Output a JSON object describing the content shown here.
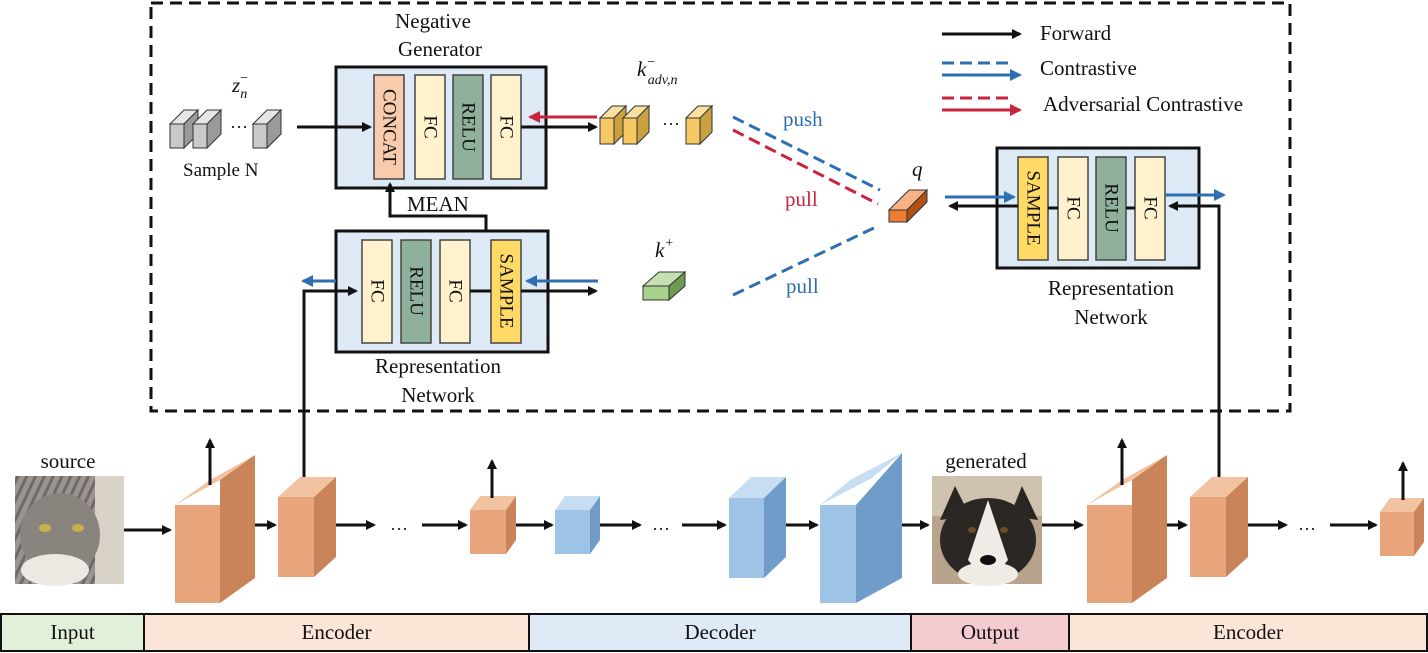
{
  "legend": {
    "forward": "Forward",
    "contrastive": "Contrastive",
    "adversarial": "Adversarial Contrastive"
  },
  "negative_generator": {
    "title_line1": "Negative",
    "title_line2": "Generator",
    "blocks": [
      "CONCAT",
      "FC",
      "RELU",
      "FC"
    ]
  },
  "noise": {
    "label": "z",
    "sub": "n",
    "sup": "−",
    "caption": "Sample N"
  },
  "k_adv": {
    "base": "k",
    "sub": "adv,n",
    "sup": "−"
  },
  "k_pos": {
    "base": "k",
    "sup": "+"
  },
  "q_label": "q",
  "mean_label": "MEAN",
  "rep_net_left": {
    "blocks": [
      "FC",
      "RELU",
      "FC",
      "SAMPLE"
    ],
    "caption_line1": "Representation",
    "caption_line2": "Network"
  },
  "rep_net_right": {
    "blocks": [
      "SAMPLE",
      "FC",
      "RELU",
      "FC"
    ],
    "caption_line1": "Representation",
    "caption_line2": "Network"
  },
  "relations": {
    "push": "push",
    "pull_adv": "pull",
    "pull_pos": "pull"
  },
  "images": {
    "source": "source",
    "generated": "generated"
  },
  "ellipsis": "···",
  "stages": [
    {
      "label": "Input",
      "color": "#e2f0d9"
    },
    {
      "label": "Encoder",
      "color": "#fbe5d6"
    },
    {
      "label": "Decoder",
      "color": "#deebf7"
    },
    {
      "label": "Output",
      "color": "#f4cbd1"
    },
    {
      "label": "Encoder",
      "color": "#fbe5d6"
    }
  ],
  "colors": {
    "forward": "#111111",
    "contrastive": "#2f6fb0",
    "adversarial": "#c8243d",
    "encoder": "#e8a47b",
    "decoder": "#9dc3e6",
    "module_bg": "#deebf7",
    "fc": "#fff2cc",
    "relu": "#8fb09a",
    "concat": "#f8cbad",
    "sample": "#ffd966"
  }
}
